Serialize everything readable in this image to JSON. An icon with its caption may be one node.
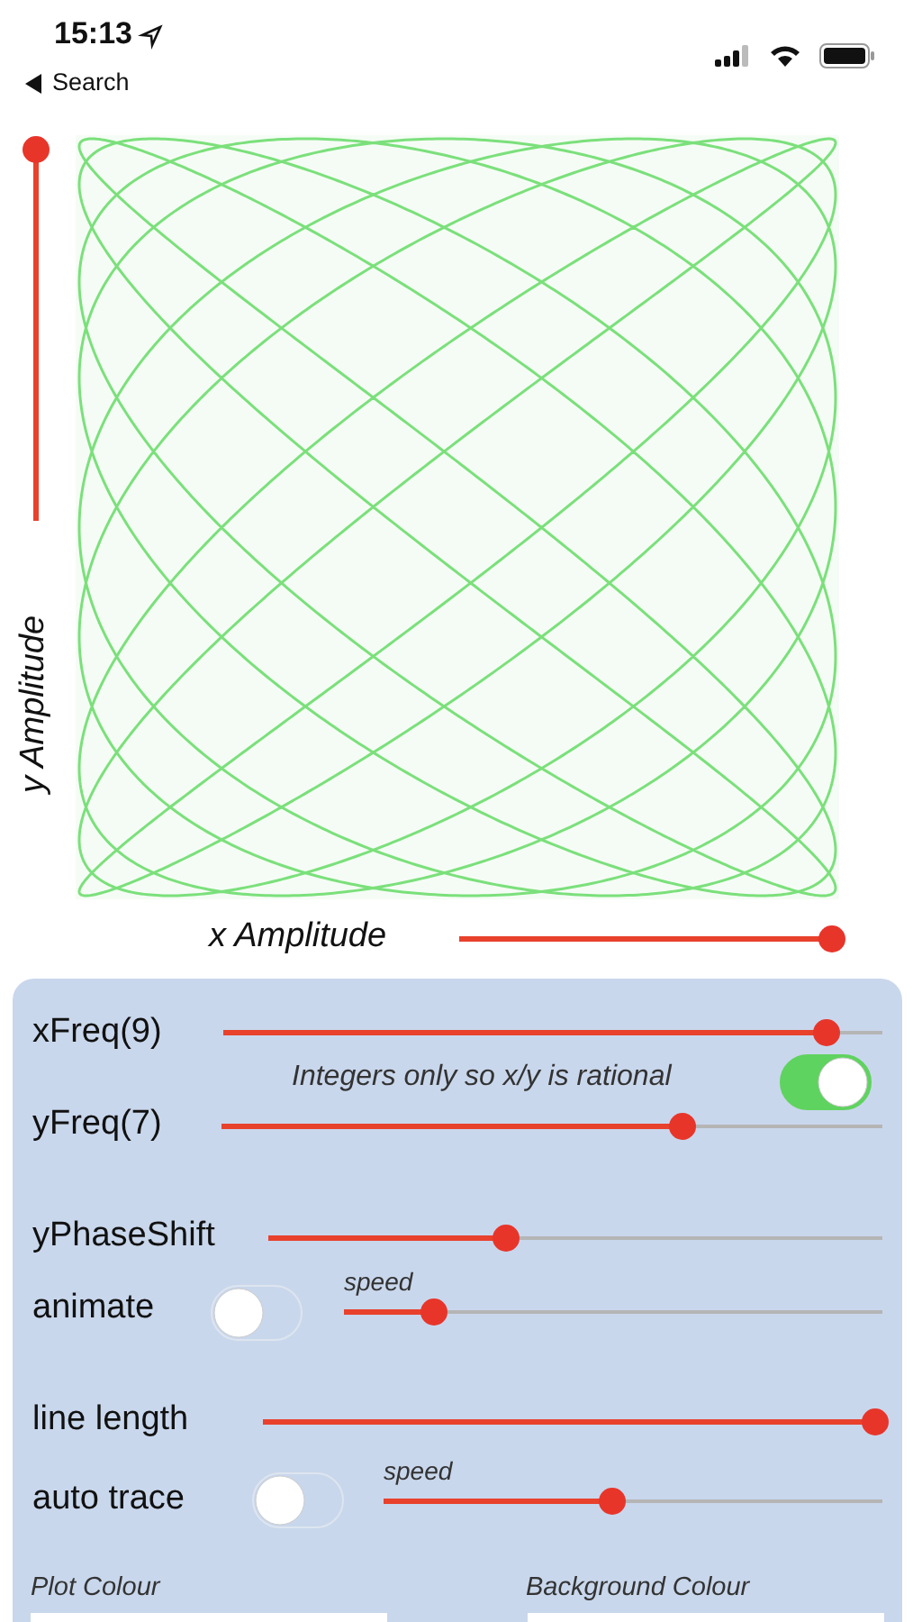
{
  "diagram": {
    "labels": [
      "15:13",
      "Search",
      "y Amplitude",
      "x Amplitude",
      "xFreq(9)",
      "Integers only so x/y is rational",
      "yFreq(7)",
      "yPhaseShift",
      "animate",
      "speed",
      "line length",
      "auto trace",
      "speed",
      "Plot Colour",
      "Background Colour"
    ]
  }
}
